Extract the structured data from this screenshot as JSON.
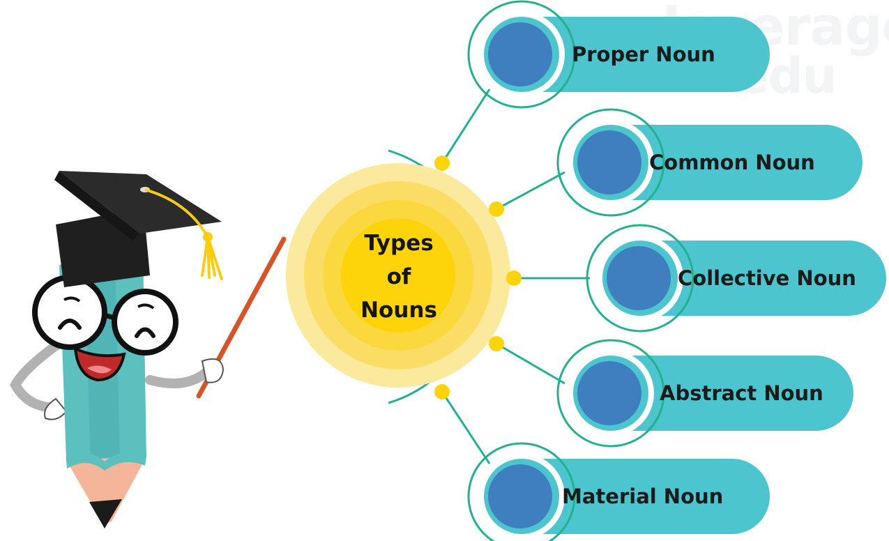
{
  "watermark": {
    "line1": "leverage",
    "line2": "edu"
  },
  "center": {
    "line1": "Types",
    "line2": "of",
    "line3": "Nouns"
  },
  "types": [
    {
      "label": "Proper Noun"
    },
    {
      "label": "Common Noun"
    },
    {
      "label": "Collective Noun"
    },
    {
      "label": "Abstract Noun"
    },
    {
      "label": "Material Noun"
    }
  ],
  "colors": {
    "teal": "#4cc5ce",
    "teal_line": "#23b08f",
    "blue_dot": "#3f7fbf",
    "yellow": "#fdd40a",
    "text": "#1b1b1b"
  }
}
